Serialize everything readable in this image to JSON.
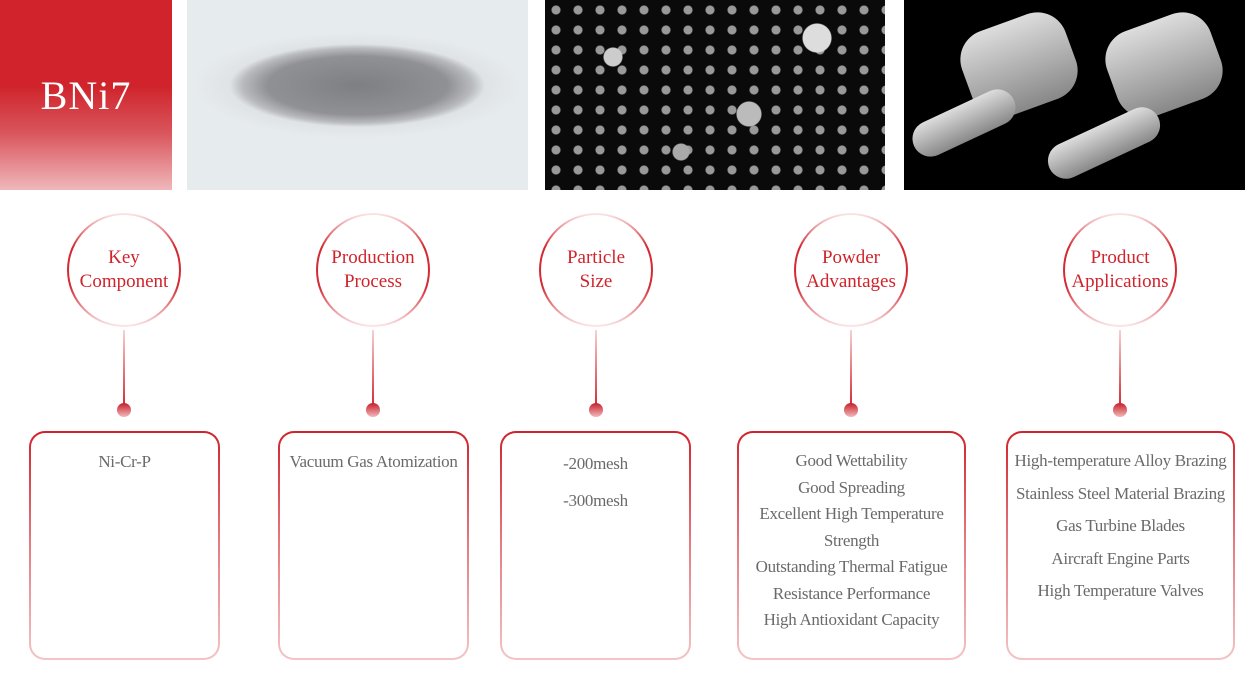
{
  "brand": {
    "title": "BNi7",
    "color": "#d0232b"
  },
  "images": [
    {
      "name": "powder-in-dish"
    },
    {
      "name": "powder-micrograph"
    },
    {
      "name": "brazed-pipe-parts"
    }
  ],
  "columns": [
    {
      "title_lines": [
        "Key",
        "Component"
      ],
      "items": [
        "Ni-Cr-P"
      ]
    },
    {
      "title_lines": [
        "Production",
        "Process"
      ],
      "items": [
        "Vacuum Gas Atomization"
      ]
    },
    {
      "title_lines": [
        "Particle",
        "Size"
      ],
      "items": [
        "-200mesh",
        "-300mesh"
      ]
    },
    {
      "title_lines": [
        "Powder",
        "Advantages"
      ],
      "items": [
        "Good Wettability",
        "Good Spreading",
        "Excellent High Temperature",
        "Strength",
        "Outstanding Thermal Fatigue",
        "Resistance Performance",
        "High Antioxidant Capacity"
      ]
    },
    {
      "title_lines": [
        "Product",
        "Applications"
      ],
      "items": [
        "High-temperature Alloy Brazing",
        "Stainless Steel Material Brazing",
        "Gas Turbine Blades",
        "Aircraft Engine Parts",
        "High Temperature Valves"
      ]
    }
  ]
}
